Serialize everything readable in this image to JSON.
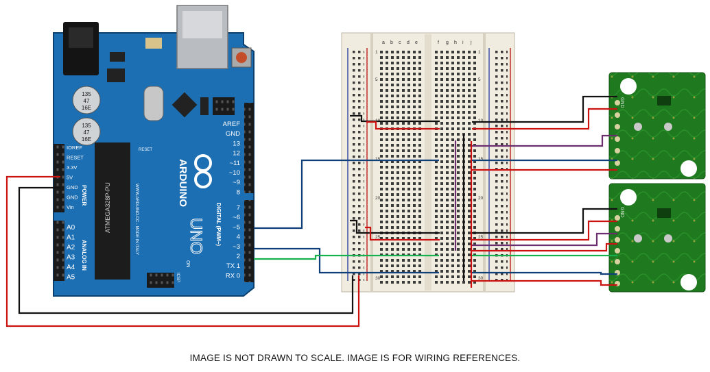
{
  "caption": "IMAGE IS NOT DRAWN TO SCALE.  IMAGE IS FOR WIRING REFERENCES.",
  "arduino": {
    "brand": "ARDUINO",
    "model": "UNO",
    "made_in": "WWW.ARDUINO.CC - MADE IN ITALY",
    "chip_label": "ATMEGA328P-PU",
    "cap_labels": [
      "135\n47\n16E",
      "135\n47\n16E"
    ],
    "power_header_label": "POWER",
    "analog_header_label": "ANALOG IN",
    "digital_header_label": "DIGITAL (PWM~)",
    "on_label": "ON",
    "reset_label": "RESET",
    "icsp_label": "ICSP",
    "power_pins": [
      "IOREF",
      "RESET",
      "3.3V",
      "5V",
      "GND",
      "GND",
      "Vin"
    ],
    "analog_pins": [
      "A0",
      "A1",
      "A2",
      "A3",
      "A4",
      "A5"
    ],
    "digital_pins_top": [
      "AREF",
      "GND",
      "13",
      "12",
      "~11",
      "~10",
      "~9",
      "8"
    ],
    "digital_pins_bottom": [
      "7",
      "~6",
      "~5",
      "4",
      "~3",
      "2",
      "TX 1",
      "RX 0"
    ],
    "tx_label": "TX",
    "rx_label": "RX"
  },
  "breadboard": {
    "columns_left": [
      "a",
      "b",
      "c",
      "d",
      "e"
    ],
    "columns_right": [
      "f",
      "g",
      "h",
      "i",
      "j"
    ],
    "row_numbers": [
      "1",
      "5",
      "10",
      "15",
      "20",
      "25",
      "30"
    ]
  },
  "sensor_modules": [
    {
      "name": "sensor-module-top",
      "pin_label": "GND"
    },
    {
      "name": "sensor-module-bottom",
      "pin_label": "GND"
    }
  ],
  "wire_colors": {
    "red": "#cc1111",
    "black": "#111111",
    "blue": "#0f3f78",
    "green": "#16b14f",
    "purple": "#6b2e6e"
  },
  "colors": {
    "arduino_blue": "#1d6fb4",
    "arduino_dark": "#0e4d86",
    "pcb_green": "#1f7a1f",
    "breadboard": "#f1ece0"
  }
}
